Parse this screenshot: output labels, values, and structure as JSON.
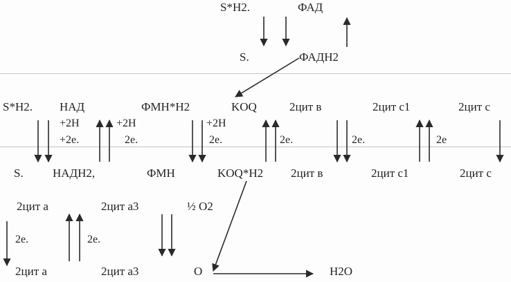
{
  "top": {
    "s_h2": "S*H2.",
    "fad": "ФАД",
    "s": "S.",
    "fadh2": "ФАДН2"
  },
  "row1": {
    "s_h2": "S*H2.",
    "nad": "НАД",
    "nad_add_h": "+2Н",
    "nad_add_e": "+2е.",
    "fmn_step_h": "+2Н",
    "fmn_step_e": "2е.",
    "fmn_h2": "ФМН*Н2",
    "coq_step_h": "+2Н",
    "coq_step_e": "2е.",
    "coq": "KOQ",
    "coqh2_step_e": "2е.",
    "cyt_b": "2цит в",
    "cyt_b_step_e": "2е.",
    "cyt_c1": "2цит  с1",
    "cyt_c1_step_e": "2е",
    "cyt_c": "2цит  с"
  },
  "row2": {
    "s": "S.",
    "nadh2": "НАДН2,",
    "fmn": "ФМН",
    "coq_h2": "KOQ*H2",
    "cyt_b": "2цит в",
    "cyt_c1": "2цит  с1",
    "cyt_c": "2цит  с"
  },
  "row3": {
    "cyt_a": "2цит  а",
    "cyt_a3": "2цит  а3",
    "half_o2": "½ О2",
    "left_e": "2е.",
    "mid_e": "2е."
  },
  "row4": {
    "cyt_a": "2цит  а",
    "cyt_a3": "2цит  а3",
    "o": "О",
    "h2o": "Н2О"
  }
}
